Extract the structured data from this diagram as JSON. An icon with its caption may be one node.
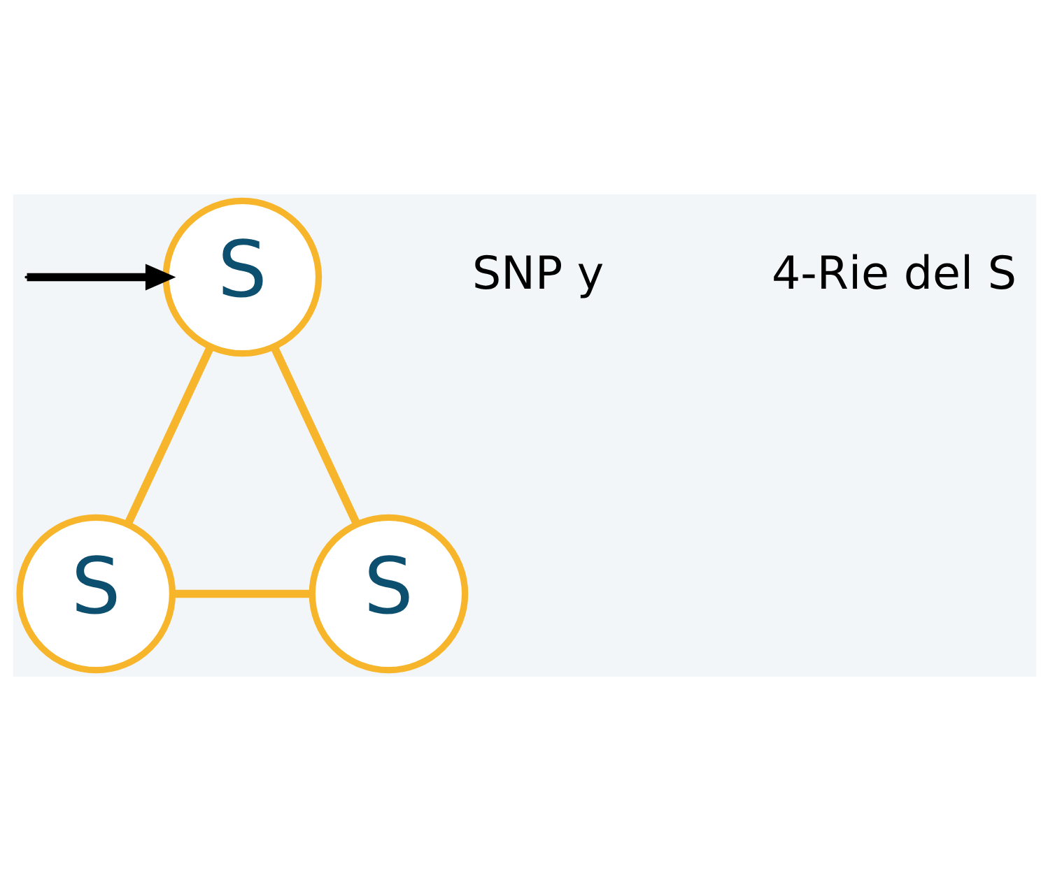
{
  "diagram": {
    "nodes": [
      {
        "text": [
          "S"
        ]
      },
      {
        "text": [
          "S"
        ]
      },
      {
        "text": [
          "S"
        ]
      }
    ],
    "edges": [
      {
        "from": null,
        "to": 0,
        "arrow": "to",
        "color": "#000000"
      },
      {
        "from": 0,
        "to": 1,
        "arrow": "none"
      },
      {
        "from": 0,
        "to": 2,
        "arrow": "none"
      },
      {
        "from": 1,
        "to": 2,
        "arrow": "none"
      }
    ],
    "labels": [
      "SNP y",
      "4-Rie del S"
    ]
  }
}
